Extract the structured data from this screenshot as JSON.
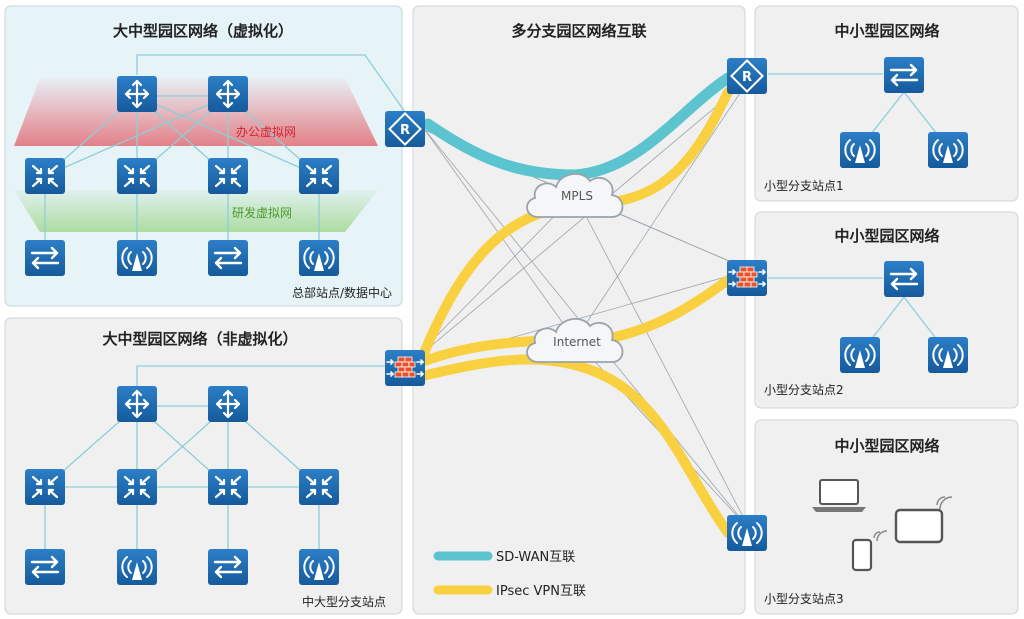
{
  "panels": {
    "hq": {
      "title": "大中型园区网络（虚拟化）",
      "office_vn": "办公虚拟网",
      "rd_vn": "研发虚拟网",
      "site_label": "总部站点/数据中心"
    },
    "midsize": {
      "title": "大中型园区网络（非虚拟化）",
      "site_label": "中大型分支站点"
    },
    "interconnect": {
      "title": "多分支园区网络互联",
      "mpls": "MPLS",
      "internet": "Internet"
    },
    "small1": {
      "title": "中小型园区网络",
      "site_label": "小型分支站点1"
    },
    "small2": {
      "title": "中小型园区网络",
      "site_label": "小型分支站点2"
    },
    "small3": {
      "title": "中小型园区网络",
      "site_label": "小型分支站点3"
    }
  },
  "legend": {
    "sdwan": {
      "label": "SD-WAN互联",
      "color": "#5bc4cf"
    },
    "ipsec": {
      "label": "IPsec VPN互联",
      "color": "#f9d03f"
    }
  },
  "colors": {
    "device_blue": "#1766b0",
    "panel_bg": "#f0f0f0",
    "hq_bg": "#e6f3f7",
    "office_band": "#e3222f",
    "rd_band": "#7ec85a",
    "link_line": "#8ccfd8"
  },
  "icons": {
    "core_switch": "core-switch-icon",
    "agg_switch": "aggregation-switch-icon",
    "access_switch": "access-switch-icon",
    "ap": "wireless-ap-icon",
    "router": "router-icon",
    "firewall": "firewall-icon",
    "cloud": "cloud-icon",
    "laptop": "laptop-icon",
    "tablet": "tablet-icon",
    "phone": "phone-icon"
  }
}
